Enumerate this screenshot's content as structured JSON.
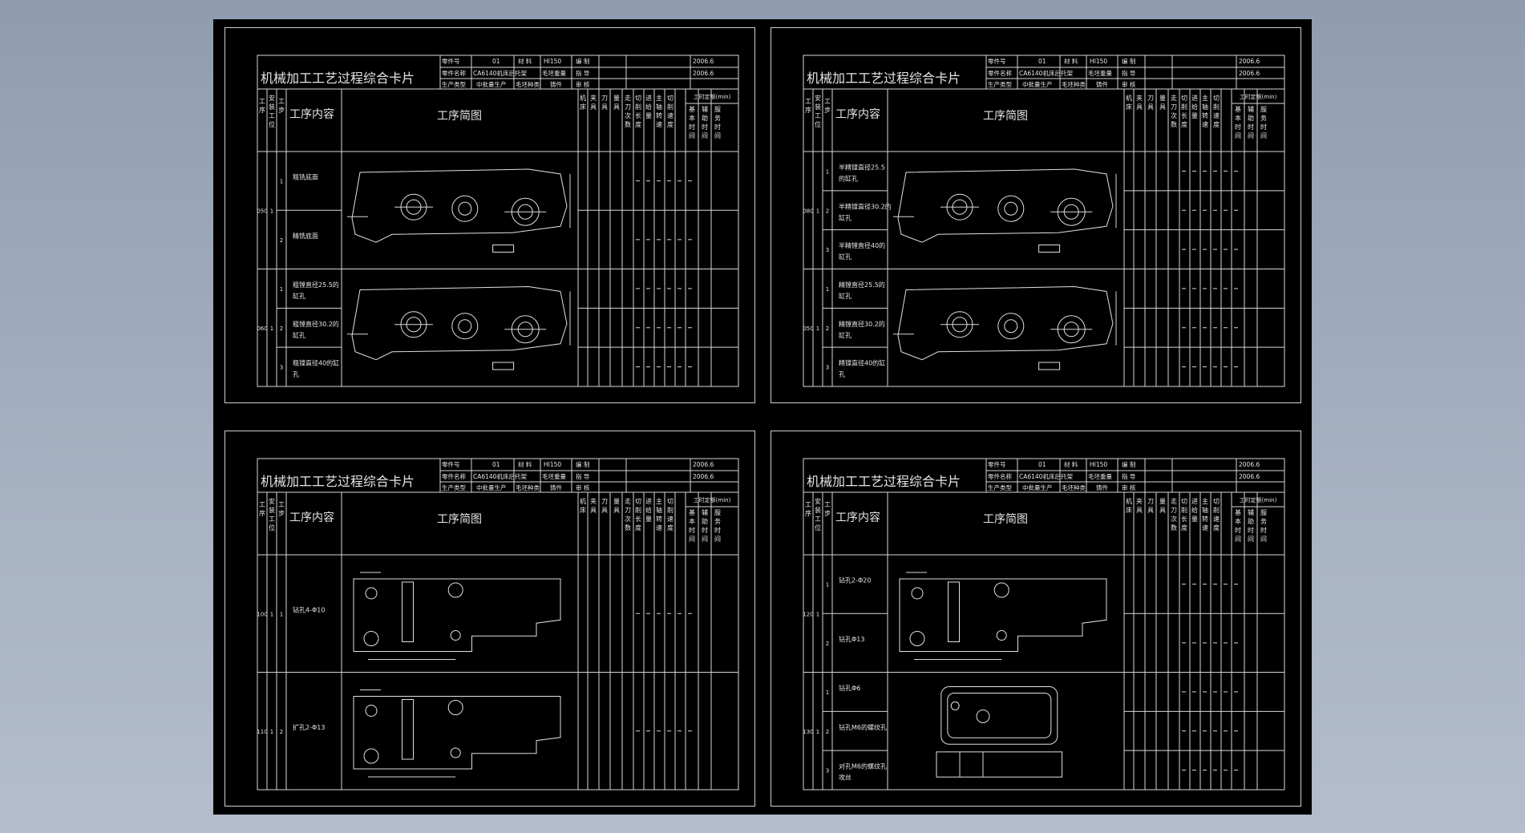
{
  "cards": [
    {
      "title": "机械加工工艺过程综合卡片",
      "hdr": {
        "part_no_label": "零件号",
        "part_no": "01",
        "material_label": "材 料",
        "material": "HI150",
        "author_label": "编 制",
        "date": "2006.6",
        "part_name_label": "零件名称",
        "part_name": "CA6140机床后托架",
        "blank_weight_label": "毛坯重量",
        "guide_label": "指 导",
        "date2": "2006.6",
        "prod_type_label": "生产类型",
        "prod_type": "中批量生产",
        "blank_type_label": "毛坯种类",
        "casting_label": "铸件",
        "review_label": "审 核"
      },
      "cols": {
        "proc": "工序",
        "station": "安装工位",
        "step": "工步",
        "content": "工序内容",
        "sketch": "工序简图",
        "machine": "机床",
        "fixture": "夹具",
        "tool": "刀具",
        "gauge": "量具",
        "passes": "走刀次数",
        "cut_len": "切削长度",
        "feed": "进给量",
        "speed": "主轴转速",
        "cut_speed": "切削速度",
        "time": "工时定额(min)",
        "base_time": "基本时间",
        "aux_time": "辅助时间",
        "serv_time": "服务时间"
      },
      "blocks": [
        {
          "no": "050",
          "steps": [
            {
              "n": "1",
              "text": "粗铣底面"
            },
            {
              "n": "2",
              "text": "精铣底面"
            }
          ]
        },
        {
          "no": "060",
          "steps": [
            {
              "n": "1",
              "text": "粗镗直径25.5的 缸孔"
            },
            {
              "n": "2",
              "text": "粗镗直径30.2的 缸孔"
            },
            {
              "n": "3",
              "text": "粗镗直径40的缸 孔"
            }
          ]
        }
      ]
    },
    {
      "title": "机械加工工艺过程综合卡片",
      "hdr": {
        "part_no_label": "零件号",
        "part_no": "01",
        "material_label": "材 料",
        "material": "HI150",
        "author_label": "编 制",
        "date": "2006.6",
        "part_name_label": "零件名称",
        "part_name": "CA6140机床后托架",
        "blank_weight_label": "毛坯重量",
        "guide_label": "指 导",
        "date2": "2006.6",
        "prod_type_label": "生产类型",
        "prod_type": "中批量生产",
        "blank_type_label": "毛坯种类",
        "casting_label": "铸件",
        "review_label": "审 核"
      },
      "cols": {
        "proc": "工序",
        "station": "安装工位",
        "step": "工步",
        "content": "工序内容",
        "sketch": "工序简图",
        "machine": "机床",
        "fixture": "夹具",
        "tool": "刀具",
        "gauge": "量具",
        "passes": "走刀次数",
        "cut_len": "切削长度",
        "feed": "进给量",
        "speed": "主轴转速",
        "cut_speed": "切削速度",
        "time": "工时定额(min)",
        "base_time": "基本时间",
        "aux_time": "辅助时间",
        "serv_time": "服务时间"
      },
      "blocks": [
        {
          "no": "080",
          "steps": [
            {
              "n": "1",
              "text": "半精镗直径25.5 的缸孔"
            },
            {
              "n": "2",
              "text": "半精镗直径30.2的 缸孔"
            },
            {
              "n": "3",
              "text": "半精镗直径40的 缸孔"
            }
          ]
        },
        {
          "no": "050",
          "steps": [
            {
              "n": "1",
              "text": "精镗直径25.5的 缸孔"
            },
            {
              "n": "2",
              "text": "精镗直径30.2的 缸孔"
            },
            {
              "n": "3",
              "text": "精镗直径40的缸 孔"
            }
          ]
        }
      ]
    },
    {
      "title": "机械加工工艺过程综合卡片",
      "hdr": {
        "part_no_label": "零件号",
        "part_no": "01",
        "material_label": "材 料",
        "material": "HI150",
        "author_label": "编 制",
        "date": "2006.6",
        "part_name_label": "零件名称",
        "part_name": "CA6140机床后托架",
        "blank_weight_label": "毛坯重量",
        "guide_label": "指 导",
        "date2": "2006.6",
        "prod_type_label": "生产类型",
        "prod_type": "中批量生产",
        "blank_type_label": "毛坯种类",
        "casting_label": "铸件",
        "review_label": "审 核"
      },
      "cols": {
        "proc": "工序",
        "station": "安装工位",
        "step": "工步",
        "content": "工序内容",
        "sketch": "工序简图",
        "machine": "机床",
        "fixture": "夹具",
        "tool": "刀具",
        "gauge": "量具",
        "passes": "走刀次数",
        "cut_len": "切削长度",
        "feed": "进给量",
        "speed": "主轴转速",
        "cut_speed": "切削速度",
        "time": "工时定额(min)",
        "base_time": "基本时间",
        "aux_time": "辅助时间",
        "serv_time": "服务时间"
      },
      "blocks": [
        {
          "no": "100",
          "steps": [
            {
              "n": "1",
              "text": "钻孔4-Φ10"
            }
          ]
        },
        {
          "no": "110",
          "steps": [
            {
              "n": "2",
              "text": "扩孔2-Φ13"
            }
          ]
        }
      ]
    },
    {
      "title": "机械加工工艺过程综合卡片",
      "hdr": {
        "part_no_label": "零件号",
        "part_no": "01",
        "material_label": "材 料",
        "material": "HI150",
        "author_label": "编 制",
        "date": "2006.6",
        "part_name_label": "零件名称",
        "part_name": "CA6140机床后托架",
        "blank_weight_label": "毛坯重量",
        "guide_label": "指 导",
        "date2": "2006.6",
        "prod_type_label": "生产类型",
        "prod_type": "中批量生产",
        "blank_type_label": "毛坯种类",
        "casting_label": "铸件",
        "review_label": "审 核"
      },
      "cols": {
        "proc": "工序",
        "station": "安装工位",
        "step": "工步",
        "content": "工序内容",
        "sketch": "工序简图",
        "machine": "机床",
        "fixture": "夹具",
        "tool": "刀具",
        "gauge": "量具",
        "passes": "走刀次数",
        "cut_len": "切削长度",
        "feed": "进给量",
        "speed": "主轴转速",
        "cut_speed": "切削速度",
        "time": "工时定额(min)",
        "base_time": "基本时间",
        "aux_time": "辅助时间",
        "serv_time": "服务时间"
      },
      "blocks": [
        {
          "no": "120",
          "steps": [
            {
              "n": "1",
              "text": "钻孔2-Φ20"
            },
            {
              "n": "2",
              "text": "钻孔Φ13"
            }
          ]
        },
        {
          "no": "130",
          "steps": [
            {
              "n": "1",
              "text": "钻孔Φ6"
            },
            {
              "n": "2",
              "text": "钻孔M6的螺纹孔"
            },
            {
              "n": "3",
              "text": "对孔M6的螺纹孔 攻丝"
            }
          ]
        }
      ]
    }
  ]
}
